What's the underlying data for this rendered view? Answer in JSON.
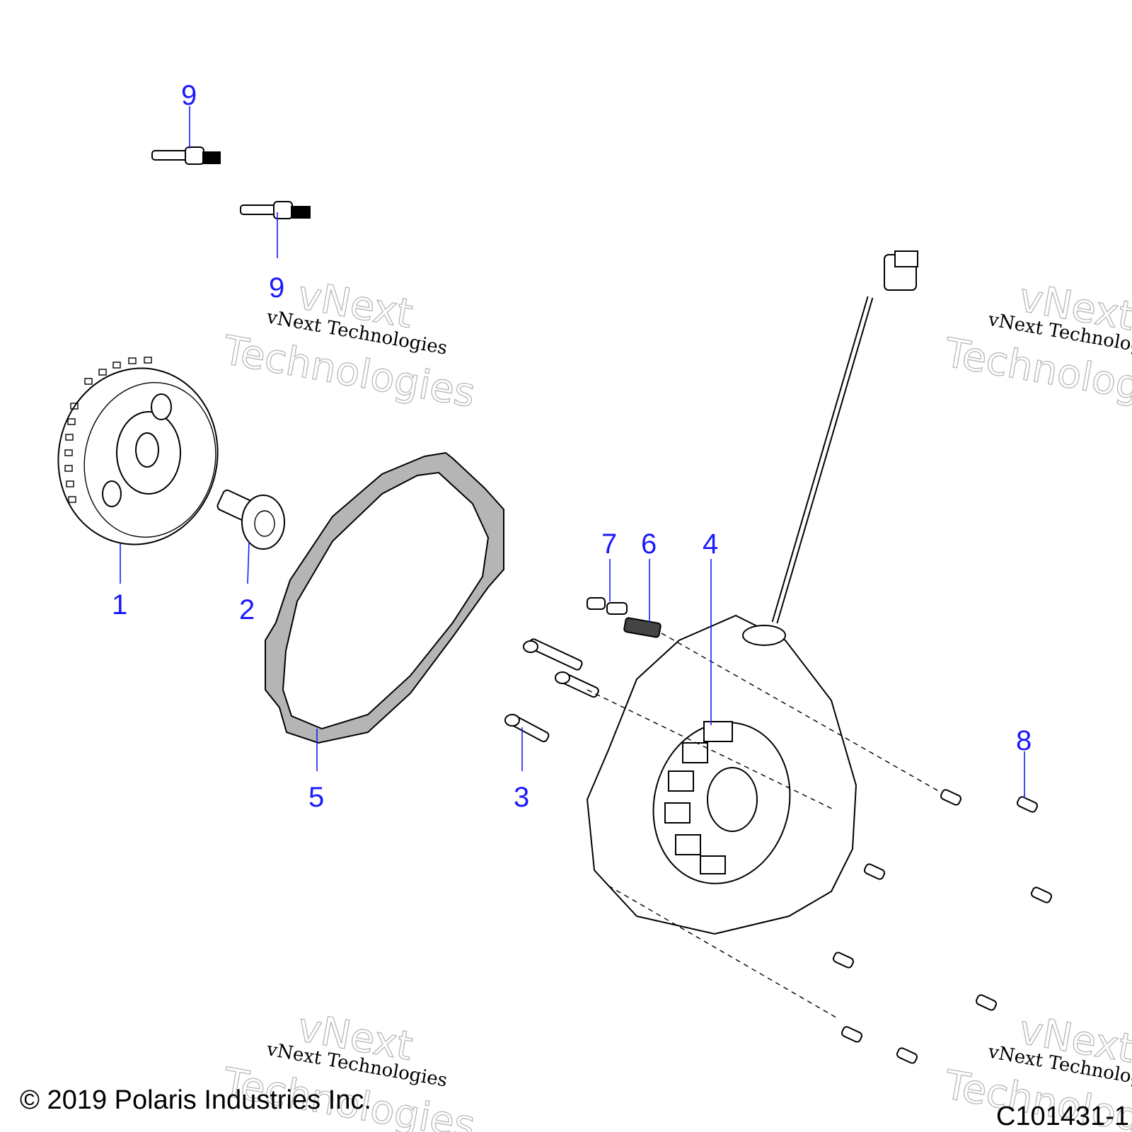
{
  "callouts": {
    "c1": "1",
    "c2": "2",
    "c3": "3",
    "c4": "4",
    "c5": "5",
    "c6": "6",
    "c7": "7",
    "c8": "8",
    "c9a": "9",
    "c9b": "9"
  },
  "watermark": {
    "line_small": "vNext Technologies",
    "line_big_1": "vNext",
    "line_big_2": "Technologies"
  },
  "footer": {
    "copyright": "© 2019 Polaris Industries Inc.",
    "code": "C101431-1"
  },
  "colors": {
    "callout": "#1a1aff",
    "gasket_fill": "#b5b5b5"
  }
}
